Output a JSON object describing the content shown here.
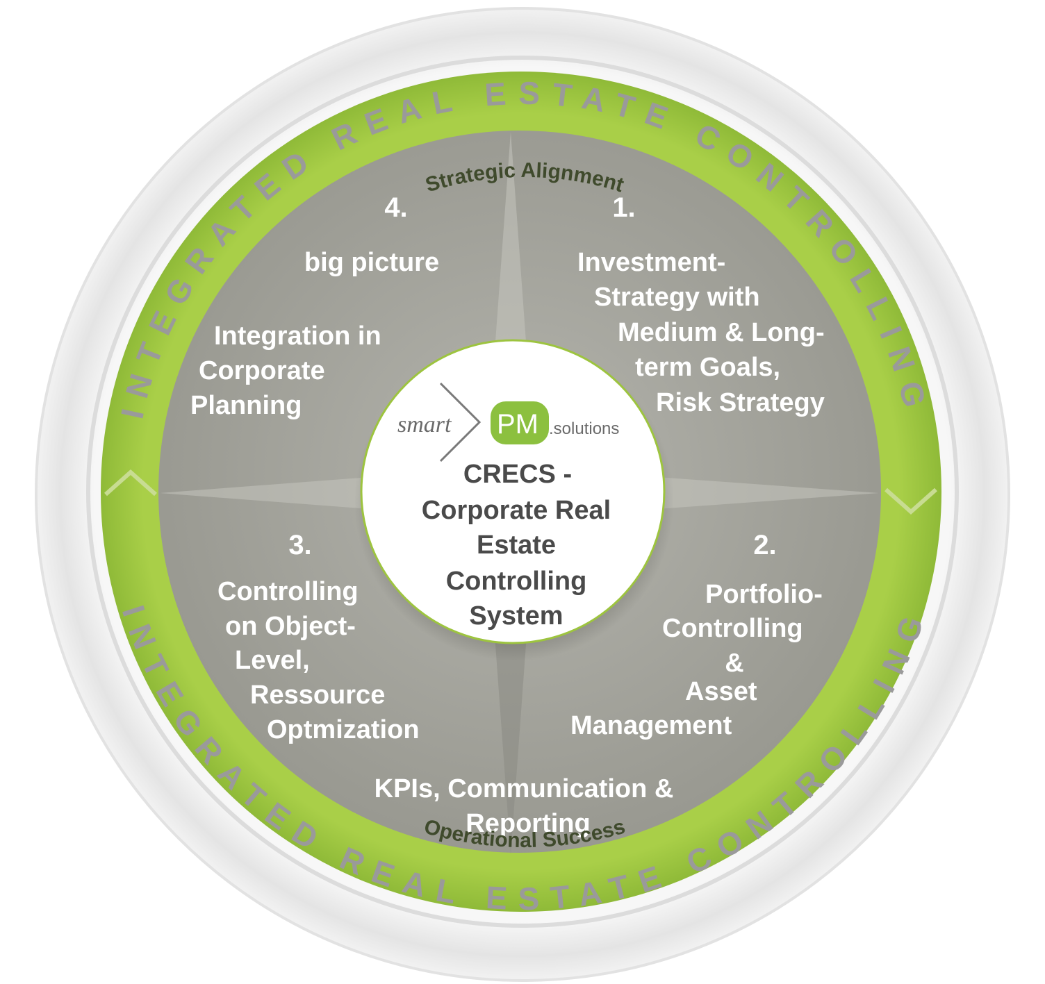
{
  "outer_ring": {
    "top_text": "INTEGRATED REAL ESTATE CONTROLLING",
    "bottom_text": "INTEGRATED REAL ESTATE CONTROLLING"
  },
  "green_ring": {
    "top_text": "Strategic Alignment",
    "bottom_text": "Operational Success"
  },
  "quadrants": {
    "q1": {
      "number": "1.",
      "lines": [
        "Investment-",
        "Strategy with",
        "Medium & Long-",
        "term Goals,",
        "Risk Strategy"
      ]
    },
    "q2": {
      "number": "2.",
      "lines": [
        "Portfolio-",
        "Controlling",
        "&",
        "Asset",
        "Management"
      ]
    },
    "q3": {
      "number": "3.",
      "lines": [
        "Controlling",
        "on Object-",
        "Level,",
        "Ressource",
        "Optmization"
      ]
    },
    "q4": {
      "number": "4.",
      "heading": "big picture",
      "lines": [
        "Integration in",
        "Corporate",
        "Planning"
      ]
    }
  },
  "bottom_text": {
    "lines": [
      "KPIs, Communication &",
      "Reporting"
    ]
  },
  "center": {
    "logo": {
      "smart": "smart",
      "pm": "PM",
      "solutions": ".solutions"
    },
    "title_lines": [
      "CRECS -",
      "Corporate Real",
      "Estate",
      "Controlling",
      "System"
    ]
  },
  "colors": {
    "green": "#9dc43f",
    "gray_disc": "#a2a29c",
    "outer_ring": "#eeeeee",
    "text_white": "#ffffff"
  }
}
